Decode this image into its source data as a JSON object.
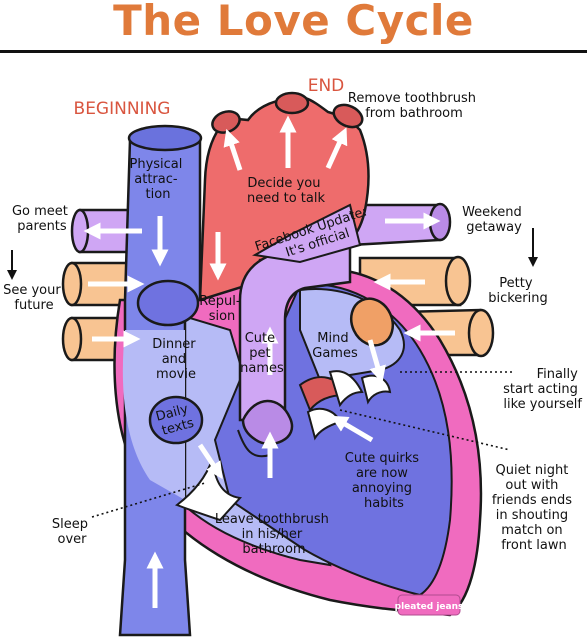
{
  "title": "The Love Cycle",
  "colors": {
    "title": "#e07a3a",
    "stage_marker": "#d9553f",
    "vein_blue": "#7e86ea",
    "vein_blue_light": "#b6bbf6",
    "aorta_red": "#ee6c6c",
    "pink": "#f06bbf",
    "lilac": "#cfa6f4",
    "orange": "#f8c492",
    "ventricle_blue": "#6f72e0",
    "outline": "#1a1a1a",
    "arrow": "#ffffff"
  },
  "markers": {
    "beginning": "BEGINNING",
    "end": "END"
  },
  "inside_labels": {
    "physical_attraction": [
      "Physical",
      "attrac-",
      "tion"
    ],
    "decide_talk": [
      "Decide you",
      "need to talk"
    ],
    "facebook_update": [
      "Facebook Update:",
      "It's official"
    ],
    "repulsion": [
      "Repul-",
      "sion"
    ],
    "cute_pet_names": [
      "Cute",
      "pet",
      "names"
    ],
    "mind_games": [
      "Mind",
      "Games"
    ],
    "dinner_movie": [
      "Dinner",
      "and",
      "movie"
    ],
    "daily_texts": [
      "Daily",
      "texts"
    ],
    "cute_quirks": [
      "Cute quirks",
      "are now",
      "annoying",
      "habits"
    ],
    "leave_toothbrush": [
      "Leave toothbrush",
      "in his/her",
      "bathroom"
    ]
  },
  "outside_labels": {
    "remove_toothbrush": [
      "Remove toothbrush",
      "from bathroom"
    ],
    "go_meet_parents": [
      "Go meet",
      "parents"
    ],
    "see_future": [
      "See your",
      "future"
    ],
    "weekend_getaway": [
      "Weekend",
      "getaway"
    ],
    "petty_bickering": [
      "Petty",
      "bickering"
    ],
    "finally_yourself": [
      "Finally",
      "start acting",
      "like yourself"
    ],
    "quiet_night": [
      "Quiet night",
      "out with",
      "friends ends",
      "in shouting",
      "match on",
      "front lawn"
    ],
    "sleep_over": [
      "Sleep",
      "over"
    ]
  },
  "watermark": "pleated jeans",
  "icons": {
    "flow_arrow": "white-arrow-icon",
    "down_arrow": "down-arrow-icon"
  }
}
